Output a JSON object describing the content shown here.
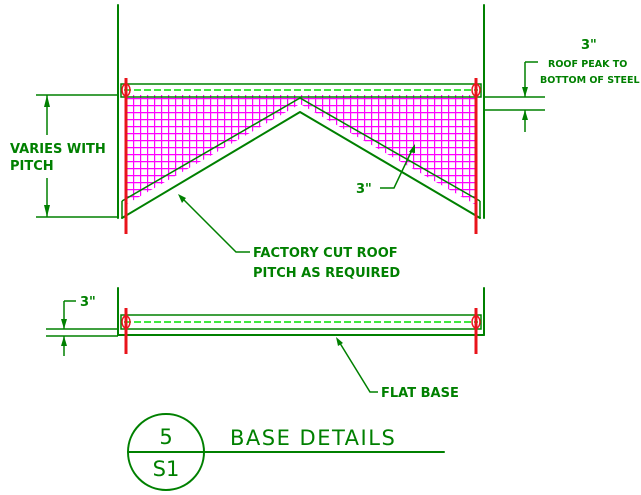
{
  "top_detail": {
    "dimension_left": {
      "line1": "VARIES WITH",
      "line2": "PITCH"
    },
    "dimension_right": {
      "value": "3\"",
      "line1": "ROOF PEAK TO",
      "line2": "BOTTOM OF STEEL"
    },
    "rafter_offset": "3\"",
    "callout": {
      "line1": "FACTORY CUT ROOF",
      "line2": "PITCH AS REQUIRED"
    }
  },
  "bottom_detail": {
    "dimension_left": "3\"",
    "callout": "FLAT BASE"
  },
  "title_block": {
    "detail_number": "5",
    "sheet_number": "S1",
    "title": "BASE DETAILS"
  },
  "colors": {
    "linework": "#008000",
    "hatch": "#ff00ff",
    "anchor_bolts": "#e8141b",
    "pipe": "#00e000"
  }
}
